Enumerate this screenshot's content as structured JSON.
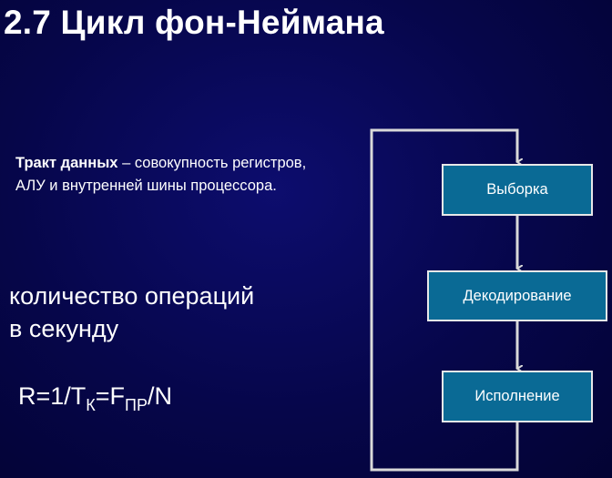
{
  "slide": {
    "title": "2.7 Цикл фон-Неймана",
    "definition": {
      "term": "Тракт данных",
      "text": " – совокупность регистров, АЛУ и внутренней шины процессора."
    },
    "operations": {
      "line1": "количество операций",
      "line2": "в секунду"
    },
    "formula": {
      "lhs": "R=1/T",
      "sub1": "К",
      "mid": "=F",
      "sub2": "ПР",
      "rhs": "/N"
    }
  },
  "cycle": {
    "steps": [
      "Выборка",
      "Декодирование",
      "Исполнение"
    ],
    "colors": {
      "box": "#0a6a95",
      "line": "#d9d9d9"
    }
  }
}
